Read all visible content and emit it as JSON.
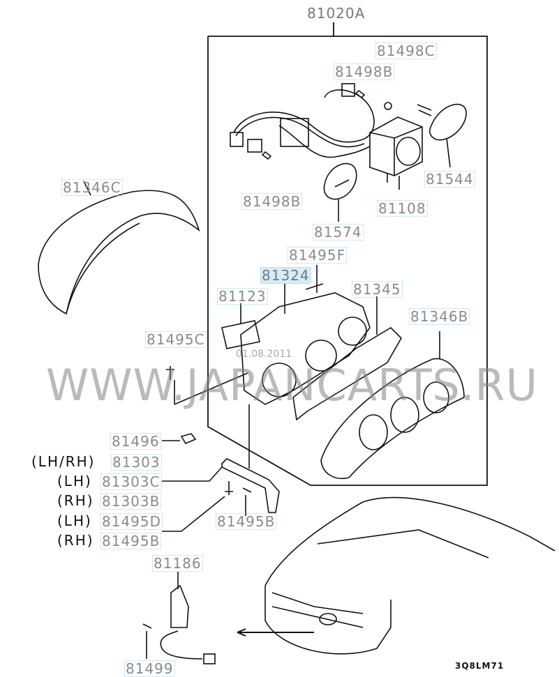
{
  "diagram": {
    "assembly_label": "81020A",
    "parts": {
      "p81498C": "81498C",
      "p81498B_top": "81498B",
      "p81498B_left": "81498B",
      "p81544": "81544",
      "p81108": "81108",
      "p81574": "81574",
      "p81346C": "81346C",
      "p81495F": "81495F",
      "p81324": "81324",
      "p81123": "81123",
      "p81345": "81345",
      "p81346B": "81346B",
      "p81495C": "81495C",
      "p81496": "81496",
      "p81303": "81303",
      "p81303C": "81303C",
      "p81303B": "81303B",
      "p81495D": "81495D",
      "p81495B_list": "81495B",
      "p81495B_right": "81495B",
      "p81186": "81186",
      "p81499": "81499"
    },
    "sides": {
      "lhrh": "(LH/RH)",
      "lh1": "(LH)",
      "rh1": "(RH)",
      "lh2": "(LH)",
      "rh2": "(RH)"
    },
    "watermark": "WWW.JAPANCARTS.RU",
    "date_stamp": "01.08.2011",
    "diagram_code": "3Q8LM71",
    "highlight_color": "#d6ecf7"
  }
}
